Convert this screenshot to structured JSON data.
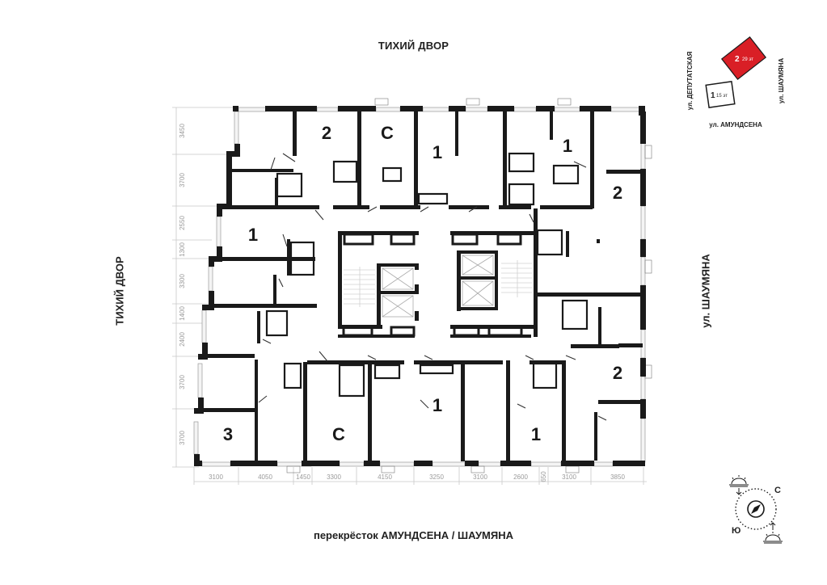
{
  "labels": {
    "top": "ТИХИЙ ДВОР",
    "left": "ТИХИЙ ДВОР",
    "right": "ул. ШАУМЯНА",
    "bottom": "перекрёсток АМУНДСЕНА / ШАУМЯНА"
  },
  "site_map": {
    "street_left": "ул. ДЕПУТАТСКАЯ",
    "street_right": "ул. ШАУМЯНА",
    "street_bottom": "ул. АМУНДСЕНА",
    "building_1": {
      "number": "1",
      "floors": "15 эт"
    },
    "building_2": {
      "number": "2",
      "floors": "29 эт",
      "color": "#d91f26"
    }
  },
  "apartments": [
    {
      "id": "top-1",
      "type": "2"
    },
    {
      "id": "top-2",
      "type": "С"
    },
    {
      "id": "top-3",
      "type": "1"
    },
    {
      "id": "top-4",
      "type": "1"
    },
    {
      "id": "right-top",
      "type": "2"
    },
    {
      "id": "left-top",
      "type": "1"
    },
    {
      "id": "right-bottom",
      "type": "2"
    },
    {
      "id": "bottom-left",
      "type": "3"
    },
    {
      "id": "bottom-2",
      "type": "С"
    },
    {
      "id": "bottom-3",
      "type": "1"
    },
    {
      "id": "bottom-4",
      "type": "1"
    }
  ],
  "dimensions": {
    "vertical": [
      "3450",
      "3700",
      "2550",
      "1300",
      "3300",
      "1400",
      "2400",
      "3700",
      "3700"
    ],
    "horizontal": [
      "3100",
      "4050",
      "1450",
      "3300",
      "4150",
      "3250",
      "3100",
      "2600",
      "650",
      "3100",
      "3850"
    ]
  },
  "compass": {
    "north": "С",
    "south": "Ю"
  }
}
